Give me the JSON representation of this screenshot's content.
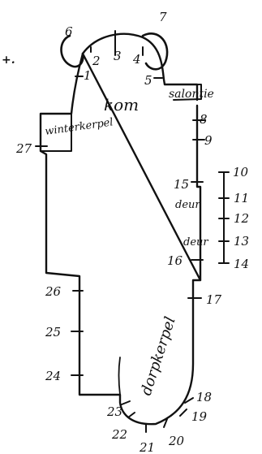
{
  "labels": {
    "kom": "kom",
    "salontie": "salontie",
    "winterkerpel": "winterkerpel",
    "deur_left": "deur",
    "deur_mid": "deur",
    "dorpkerpel": "dorpkerpel"
  },
  "numbers": {
    "n1": "1",
    "n2": "2",
    "n3": "3",
    "n4": "4",
    "n5": "5",
    "n6": "6",
    "n7": "7",
    "n8": "8",
    "n9": "9",
    "n10": "10",
    "n11": "11",
    "n12": "12",
    "n13": "13",
    "n14": "14",
    "n15": "15",
    "n16": "16",
    "n17": "17",
    "n18": "18",
    "n19": "19",
    "n20": "20",
    "n21": "21",
    "n22": "22",
    "n23": "23",
    "n24": "24",
    "n25": "25",
    "n26": "26",
    "n27": "27"
  },
  "mark": "+."
}
